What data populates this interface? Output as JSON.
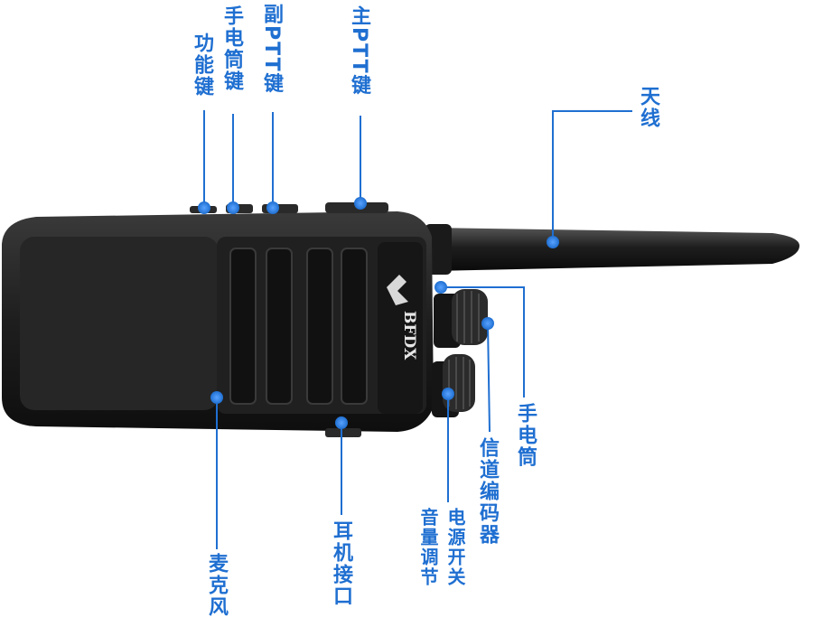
{
  "device": {
    "brand": "BFDX"
  },
  "labels": {
    "main_ptt": "主PTT键",
    "sub_ptt": "副PTT键",
    "flashlight_key": "手电筒键",
    "function_key": "功能键",
    "antenna": "天线",
    "flashlight": "手电筒",
    "channel_encoder": "信道编码器",
    "power_switch": "电源开关",
    "volume_adjust": "音量调节",
    "earphone_jack": "耳机接口",
    "microphone": "麦克风"
  },
  "colors": {
    "callout": "#1f6fd1",
    "body": "#1c1c1c"
  }
}
